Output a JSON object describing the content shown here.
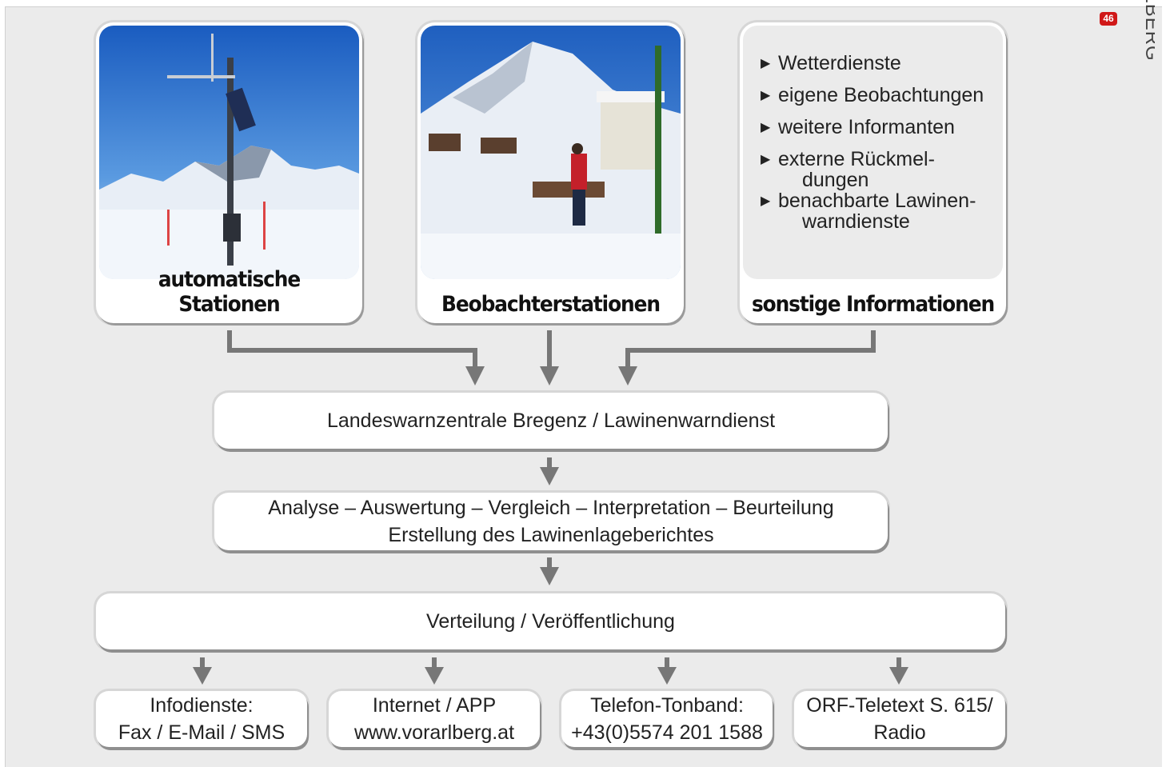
{
  "page_badge": "46",
  "side_label": "ARLBERG",
  "sources": [
    {
      "caption": "automatische Stationen",
      "image": "weather-station-photo"
    },
    {
      "caption": "Beobachterstationen",
      "image": "observer-station-photo"
    },
    {
      "caption": "sonstige Informationen"
    }
  ],
  "info_items": [
    {
      "line1": "Wetterdienste",
      "line2": ""
    },
    {
      "line1": "eigene Beobachtungen",
      "line2": ""
    },
    {
      "line1": "weitere Informanten",
      "line2": ""
    },
    {
      "line1": "externe Rückmel-",
      "line2": "dungen"
    },
    {
      "line1": "benachbarte Lawinen-",
      "line2": "warndienste"
    }
  ],
  "central": "Landeswarnzentrale Bregenz / Lawinenwarndienst",
  "analysis": {
    "line1": "Analyse – Auswertung – Vergleich – Interpretation – Beurteilung",
    "line2": "Erstellung des Lawinenlageberichtes"
  },
  "distribution": "Verteilung / Veröffentlichung",
  "channels": [
    {
      "line1": "Infodienste:",
      "line2": "Fax / E-Mail / SMS"
    },
    {
      "line1": "Internet / APP",
      "line2": "www.vorarlberg.at"
    },
    {
      "line1": "Telefon-Tonband:",
      "line2": "+43(0)5574 201 1588"
    },
    {
      "line1": "ORF-Teletext S. 615/",
      "line2": "Radio"
    }
  ],
  "colors": {
    "arrow": "#777777",
    "panel": "#ebebeb",
    "badge": "#d01818"
  }
}
